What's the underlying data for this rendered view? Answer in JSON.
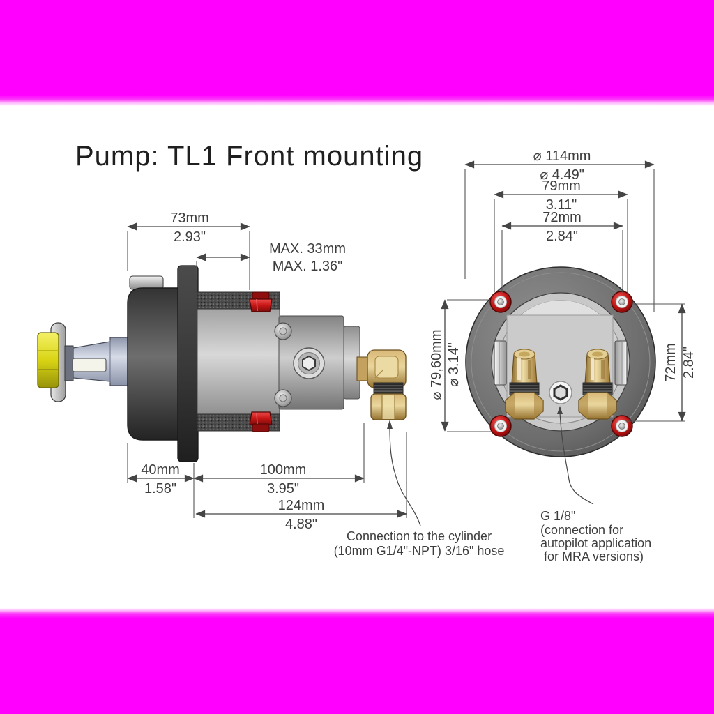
{
  "title": "Pump: TL1 Front mounting",
  "colors": {
    "banner": "#ff00ff",
    "background": "#ffffff",
    "line": "#454545",
    "text": "#3d3d3d",
    "red_bolt": "#c41414",
    "brass": "#c8a45c",
    "yellow_nut": "#ddd81e",
    "body_gray": "#5a5a5a",
    "barrel_gray": "#c2c2c2"
  },
  "side_view": {
    "dims": {
      "width_73": {
        "mm": "73mm",
        "inch": "2.93\""
      },
      "max_33": {
        "mm": "MAX. 33mm",
        "inch": "MAX. 1.36\""
      },
      "depth_40": {
        "mm": "40mm",
        "inch": "1.58\""
      },
      "length_100": {
        "mm": "100mm",
        "inch": "3.95\""
      },
      "length_124": {
        "mm": "124mm",
        "inch": "4.88\""
      }
    }
  },
  "front_view": {
    "dims": {
      "dia_114": {
        "mm": "⌀ 114mm",
        "inch": "⌀ 4.49\""
      },
      "width_79": {
        "mm": "79mm",
        "inch": "3.11\""
      },
      "width_72": {
        "mm": "72mm",
        "inch": "2.84\""
      },
      "dia_79_60": {
        "mm": "⌀ 79,60mm",
        "inch": "⌀ 3.14\""
      },
      "height_72": {
        "mm": "72mm",
        "inch": "2.84\""
      }
    }
  },
  "notes": {
    "cylinder_connection": {
      "line1": "Connection to the cylinder",
      "line2": "(10mm G1/4\"-NPT) 3/16\" hose"
    },
    "autopilot_port": {
      "line1": "G 1/8\"",
      "line2": "(connection for",
      "line3": "autopilot application",
      "line4": "for MRA versions)"
    }
  }
}
